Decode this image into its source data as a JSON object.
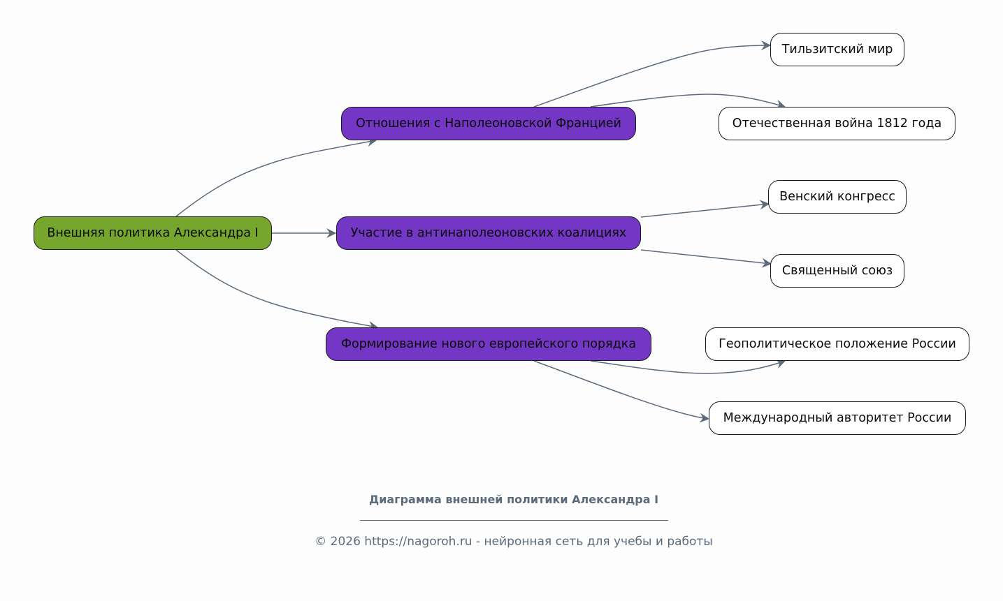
{
  "diagram": {
    "type": "mind-map",
    "colors": {
      "root_fill": "#77a62d",
      "branch_fill": "#7436c4",
      "leaf_fill": "#ffffff",
      "edge": "#5c6b7a",
      "border": "#1a1a1a",
      "footer_text": "#5c6b7a"
    },
    "root": {
      "id": "root",
      "label": "Внешняя политика Александра I"
    },
    "branches": [
      {
        "id": "b1",
        "label": "Отношения с Наполеоновской Францией",
        "children": [
          {
            "id": "l1",
            "label": "Тильзитский мир"
          },
          {
            "id": "l2",
            "label": "Отечественная война 1812 года"
          }
        ]
      },
      {
        "id": "b2",
        "label": "Участие в антинаполеоновских коалициях",
        "children": [
          {
            "id": "l3",
            "label": "Венский конгресс"
          },
          {
            "id": "l4",
            "label": "Священный союз"
          }
        ]
      },
      {
        "id": "b3",
        "label": "Формирование нового европейского порядка",
        "children": [
          {
            "id": "l5",
            "label": "Геополитическое положение России"
          },
          {
            "id": "l6",
            "label": "Международный авторитет России"
          }
        ]
      }
    ],
    "edges": [
      {
        "from": "root",
        "to": "b1"
      },
      {
        "from": "root",
        "to": "b2"
      },
      {
        "from": "root",
        "to": "b3"
      },
      {
        "from": "b1",
        "to": "l1"
      },
      {
        "from": "b1",
        "to": "l2"
      },
      {
        "from": "b2",
        "to": "l3"
      },
      {
        "from": "b2",
        "to": "l4"
      },
      {
        "from": "b3",
        "to": "l5"
      },
      {
        "from": "b3",
        "to": "l6"
      }
    ]
  },
  "footer": {
    "title": "Диаграмма внешней политики Александра I",
    "copyright": "© 2026 https://nagoroh.ru - нейронная сеть для учебы и работы"
  }
}
